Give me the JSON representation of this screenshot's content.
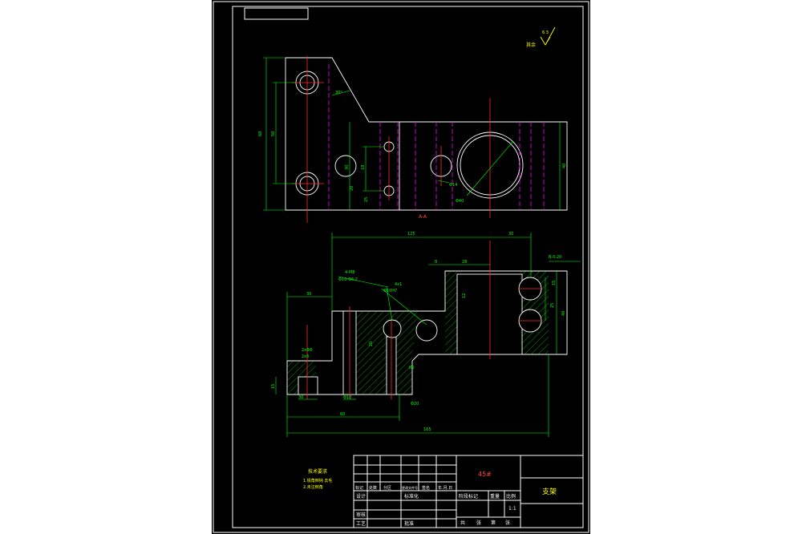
{
  "drawing": {
    "roughness_note": "其余",
    "roughness_value": "6.3",
    "section_label": "A-A",
    "part_name": "支架",
    "material": "45#",
    "scale": "1:1",
    "tech_req_title": "技术要求",
    "tech_req_lines": [
      "1.锐角倒钝 去毛",
      "2.未注倒角"
    ],
    "dims_plan": {
      "hole_small_note": "Φ14",
      "hole_big_note": "Φ40",
      "angle": "30°",
      "overall_height": "60",
      "inner_height": "50",
      "right_height": "40",
      "left_small": "30",
      "mid_left": "18",
      "mid_left2": "20",
      "bottom_left": "25"
    },
    "dims_section": {
      "top_long": "125",
      "top_right": "30",
      "top_short": "28",
      "top_mid": "8",
      "chamfer_note": "B-0.20",
      "left_top": "30",
      "thread_note1": "4-M8",
      "thread_note2": "Φ10-Φ6.2",
      "hole_note": "Φ10H7",
      "hole_note2": "4x1",
      "right_a": "15",
      "right_b": "25",
      "right_c": "40",
      "left_mid": "20",
      "depth": "12",
      "bottom_a": "Φ10",
      "bottom_b": "Φ20",
      "bottom_c": "60",
      "overall_len": "165",
      "left_hole1": "2xΦ8",
      "left_hole2": "2x6",
      "small1": "30",
      "small2": "15",
      "radius": "R5"
    },
    "title_block": {
      "rows_left": [
        "标记",
        "处数",
        "分区",
        "更改文件号",
        "签名",
        "年.月.日"
      ],
      "design": "设计",
      "standard": "标准化",
      "review": "审核",
      "process": "工艺",
      "approve": "批准",
      "stage_mark": "阶段标记",
      "weight": "重量",
      "scale_label": "比例",
      "sheet_total": "共",
      "sheet_word": "张",
      "sheet_no": "第",
      "sheet_word2": "张"
    }
  }
}
